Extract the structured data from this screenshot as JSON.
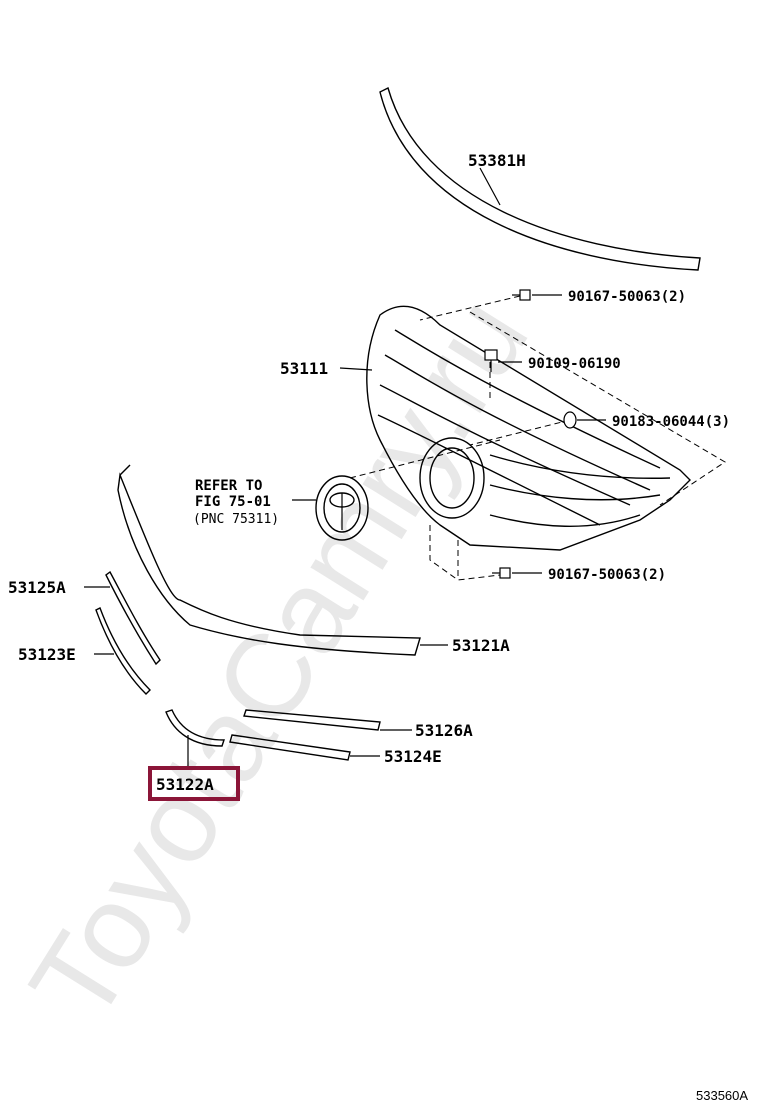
{
  "watermark": "ToyotaCamry.ru",
  "diagram_code": "533560A",
  "parts": {
    "p53381H": "53381H",
    "p53111": "53111",
    "p53125A": "53125A",
    "p53123E": "53123E",
    "p53121A": "53121A",
    "p53126A": "53126A",
    "p53124E": "53124E",
    "p53122A": "53122A"
  },
  "fasteners": {
    "f1": "90167-50063(2)",
    "f2": "90109-06190",
    "f3": "90183-06044(3)",
    "f4": "90167-50063(2)"
  },
  "reference": {
    "line1": "REFER TO",
    "line2": "FIG 75-01",
    "line3": "(PNC 75311)"
  },
  "highlight_color": "#8b1538"
}
